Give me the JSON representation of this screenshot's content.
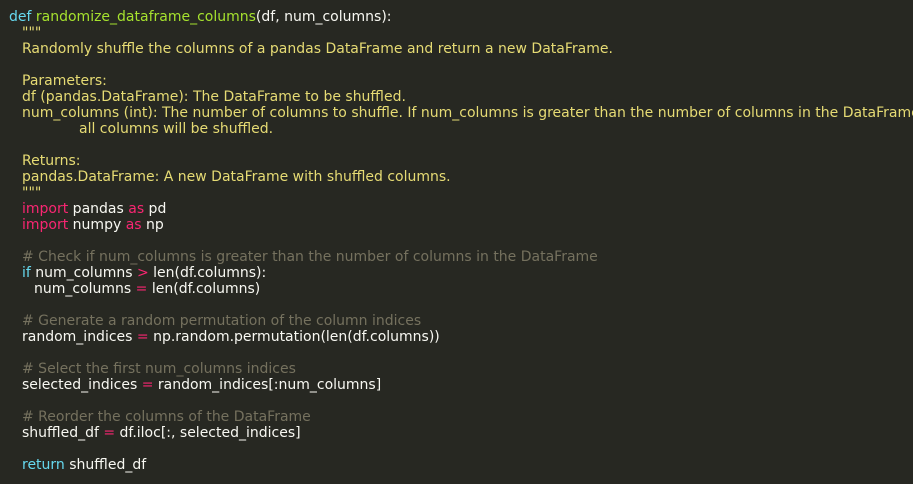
{
  "editor": {
    "background": "#272822",
    "colors": {
      "keyword_def": "#66d9ef",
      "function_name": "#a6e22e",
      "docstring": "#e6db74",
      "keyword": "#f92672",
      "comment": "#75715e",
      "text": "#f8f8f2"
    },
    "code": {
      "def_kw": "def",
      "func_name": "randomize_dataframe_columns",
      "signature_rest": "(df, num_columns):",
      "doc_open": "\"\"\"",
      "doc_summary": "Randomly shuffle the columns of a pandas DataFrame and return a new DataFrame.",
      "doc_params_header": "Parameters:",
      "doc_param_df": "df (pandas.DataFrame): The DataFrame to be shuffled.",
      "doc_param_num": "num_columns (int): The number of columns to shuffle. If num_columns is greater than the number of columns in the DataFrame,",
      "doc_param_num_cont": "all columns will be shuffled.",
      "doc_returns_header": "Returns:",
      "doc_returns": "pandas.DataFrame: A new DataFrame with shuffled columns.",
      "doc_close": "\"\"\"",
      "import1_kw": "import",
      "import1_mod": " pandas ",
      "import1_as": "as",
      "import1_alias": " pd",
      "import2_kw": "import",
      "import2_mod": " numpy ",
      "import2_as": "as",
      "import2_alias": " np",
      "comment1": "# Check if num_columns is greater than the number of columns in the DataFrame",
      "if_kw": "if",
      "if_left": " num_columns ",
      "if_op": ">",
      "if_right": " len(df.columns):",
      "assign1_left": "num_columns ",
      "assign1_op": "=",
      "assign1_right": " len(df.columns)",
      "comment2": "# Generate a random permutation of the column indices",
      "assign2_left": "random_indices ",
      "assign2_op": "=",
      "assign2_right": " np.random.permutation(len(df.columns))",
      "comment3": "# Select the first num_columns indices",
      "assign3_left": "selected_indices ",
      "assign3_op": "=",
      "assign3_right": " random_indices[:num_columns]",
      "comment4": "# Reorder the columns of the DataFrame",
      "assign4_left": "shuffled_df ",
      "assign4_op": "=",
      "assign4_right": " df.iloc[:, selected_indices]",
      "return_kw": "return",
      "return_val": " shuffled_df"
    }
  }
}
